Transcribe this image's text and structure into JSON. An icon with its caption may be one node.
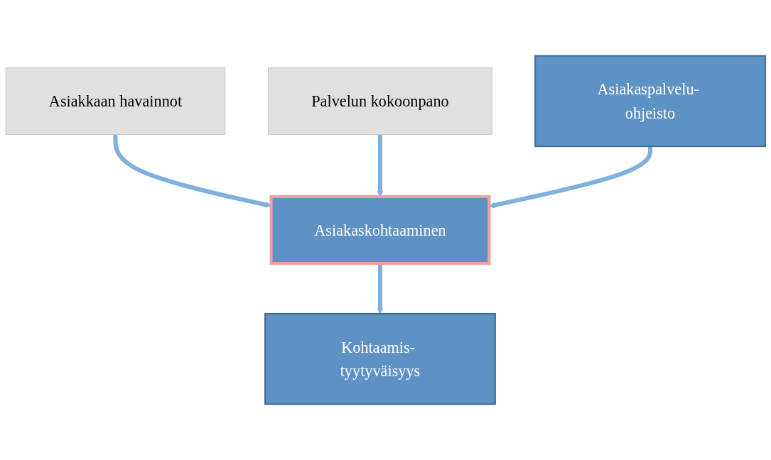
{
  "diagram": {
    "nodes": [
      {
        "text": [
          "Asiakkaan havainnot"
        ]
      },
      {
        "text": [
          "Palvelun kokoonpano"
        ]
      },
      {
        "text": [
          "Asiakaskohtaaminen"
        ]
      },
      {
        "text": [
          "Kohtaamis- tyytyväisyys"
        ]
      },
      {
        "text": [
          "Asiakaspalvelu- ohjeisto"
        ]
      }
    ],
    "edges": [
      {
        "from": 0,
        "to": 2,
        "arrow": "to"
      },
      {
        "from": 1,
        "to": 2,
        "arrow": "to"
      },
      {
        "from": 2,
        "to": 3,
        "arrow": "to"
      },
      {
        "from": 4,
        "to": 2,
        "arrow": "to"
      }
    ]
  }
}
